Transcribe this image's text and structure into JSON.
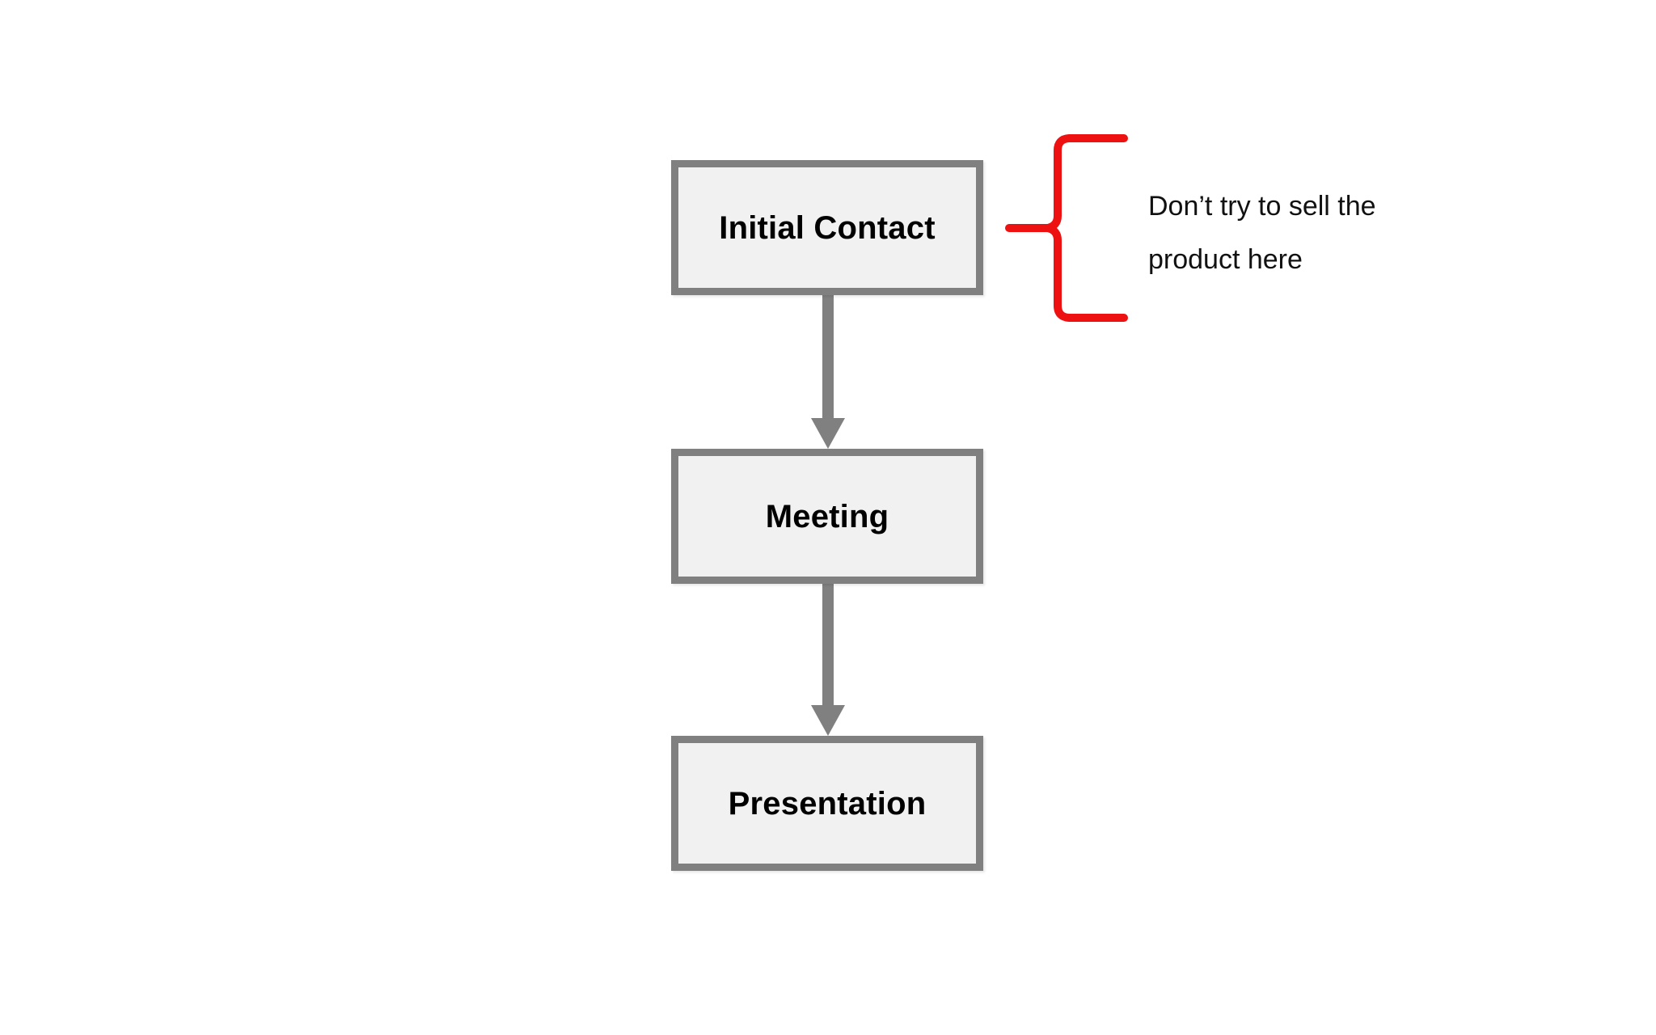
{
  "diagram": {
    "type": "flowchart",
    "orientation": "vertical",
    "colors": {
      "box_fill": "#f1f1f1",
      "box_border": "#808080",
      "arrow": "#808080",
      "annotation_accent": "#ee1111",
      "text": "#000000",
      "background": "#ffffff"
    },
    "nodes": [
      {
        "id": "initial-contact",
        "label": "Initial Contact"
      },
      {
        "id": "meeting",
        "label": "Meeting"
      },
      {
        "id": "presentation",
        "label": "Presentation"
      }
    ],
    "edges": [
      {
        "from": "initial-contact",
        "to": "meeting",
        "style": "arrow-down"
      },
      {
        "from": "meeting",
        "to": "presentation",
        "style": "arrow-down"
      }
    ],
    "annotations": [
      {
        "id": "no-selling-note",
        "target": "initial-contact",
        "marker": "red-curly-brace",
        "lines": [
          "Don’t try to sell the",
          "product here"
        ]
      }
    ]
  }
}
